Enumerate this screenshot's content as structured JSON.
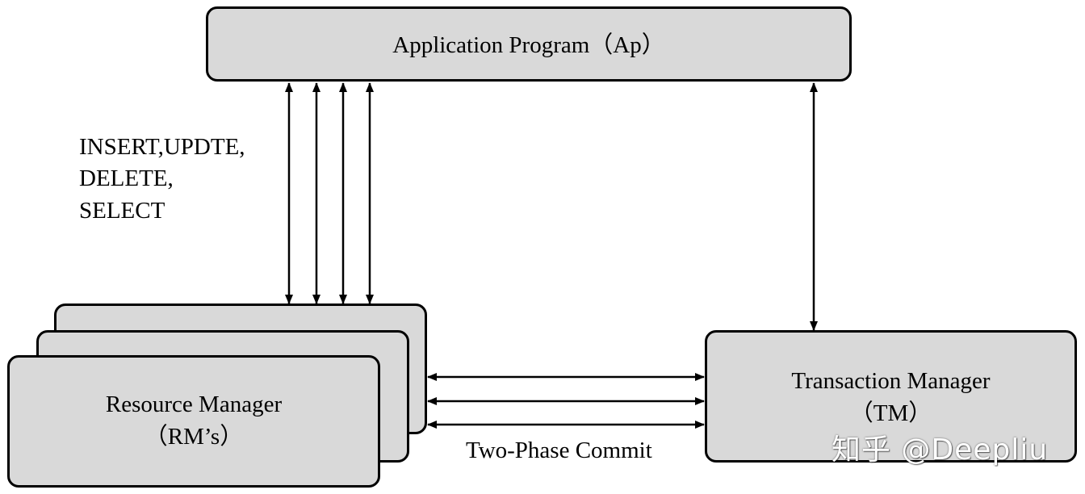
{
  "app_box": {
    "label": "Application Program（Ap）"
  },
  "sql_ops": {
    "line1": "INSERT,UPDTE,",
    "line2": "DELETE,",
    "line3": "SELECT"
  },
  "resource_manager": {
    "line1": "Resource Manager",
    "line2": "（RM’s）"
  },
  "transaction_manager": {
    "line1": "Transaction Manager",
    "line2": "（TM）"
  },
  "protocol_label": "Two-Phase Commit",
  "watermark": "知乎 @Deepliu",
  "colors": {
    "box_fill": "#d9d9d9",
    "stroke": "#000000",
    "background": "#ffffff"
  }
}
